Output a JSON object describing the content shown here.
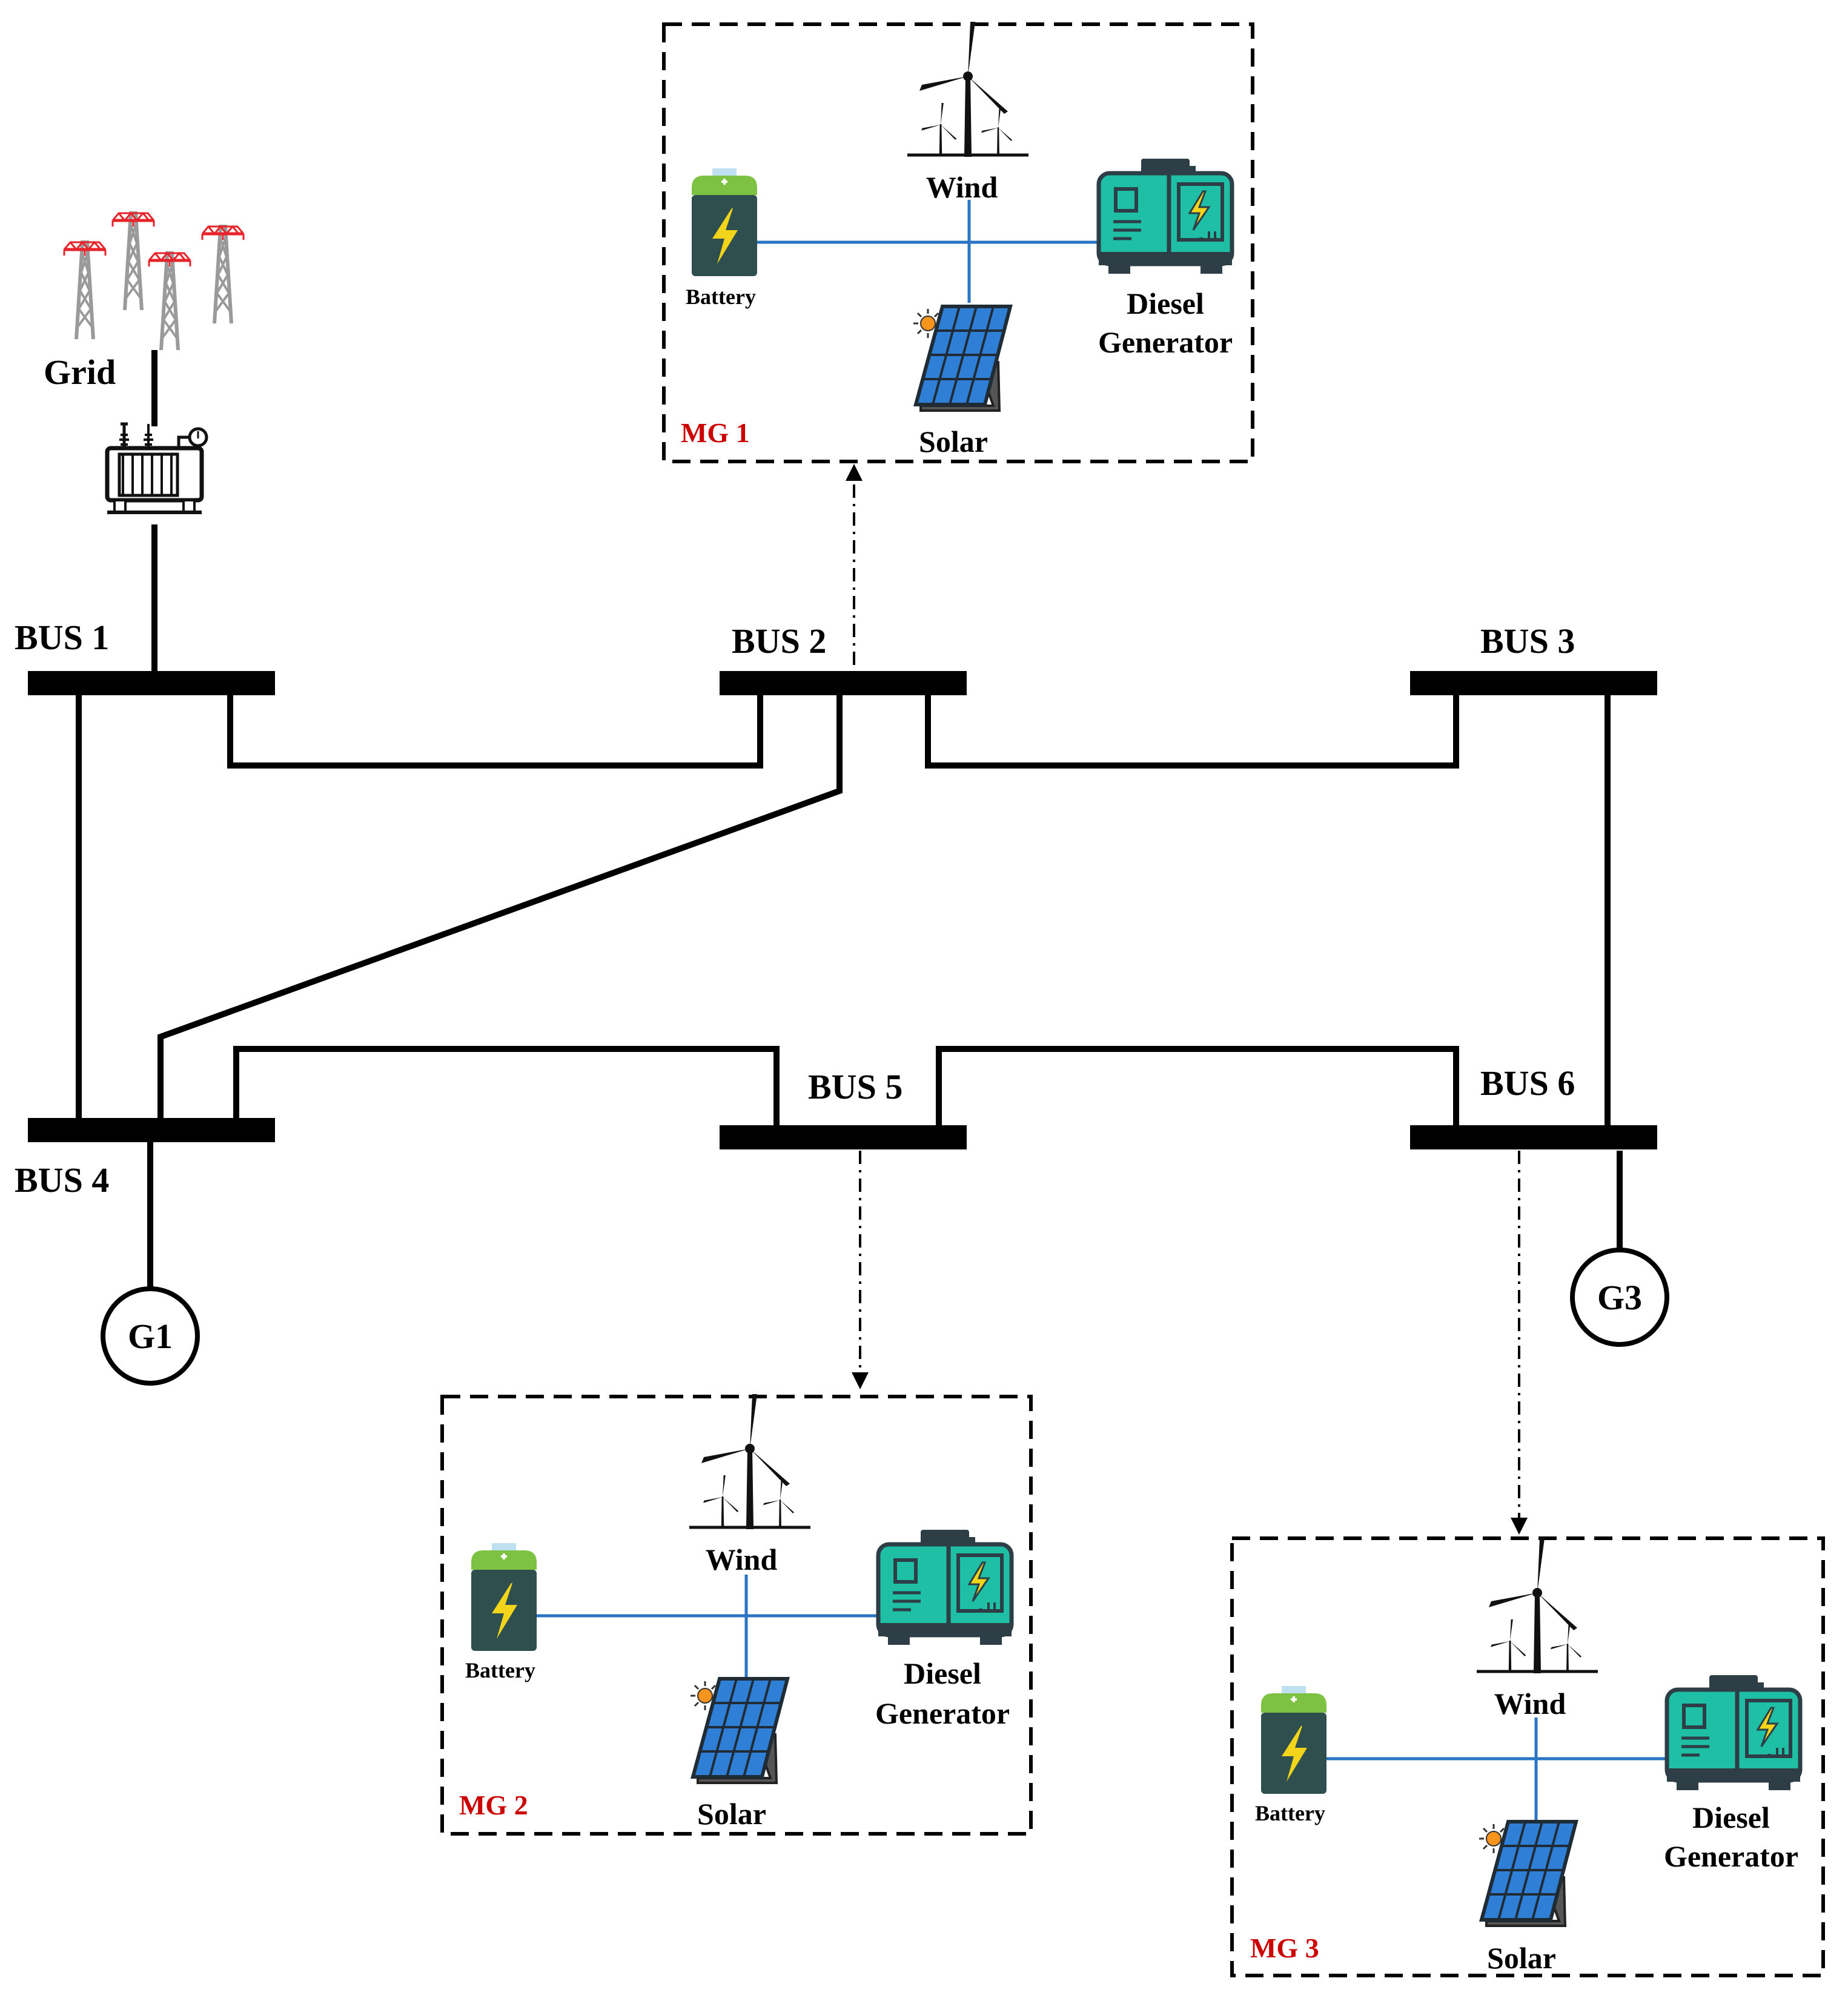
{
  "grid": {
    "label": "Grid"
  },
  "buses": [
    {
      "id": "bus-1",
      "label": "BUS 1"
    },
    {
      "id": "bus-2",
      "label": "BUS 2"
    },
    {
      "id": "bus-3",
      "label": "BUS 3"
    },
    {
      "id": "bus-4",
      "label": "BUS 4"
    },
    {
      "id": "bus-5",
      "label": "BUS 5"
    },
    {
      "id": "bus-6",
      "label": "BUS 6"
    }
  ],
  "generators": [
    {
      "id": "g1",
      "label": "G1"
    },
    {
      "id": "g3",
      "label": "G3"
    }
  ],
  "microgrids": [
    {
      "id": "mg1",
      "label": "MG 1",
      "wind": "Wind",
      "battery": "Battery",
      "solar": "Solar",
      "diesel_line1": "Diesel",
      "diesel_line2": "Generator"
    },
    {
      "id": "mg2",
      "label": "MG 2",
      "wind": "Wind",
      "battery": "Battery",
      "solar": "Solar",
      "diesel_line1": "Diesel",
      "diesel_line2": "Generator"
    },
    {
      "id": "mg3",
      "label": "MG 3",
      "wind": "Wind",
      "battery": "Battery",
      "solar": "Solar",
      "diesel_line1": "Diesel",
      "diesel_line2": "Generator"
    }
  ],
  "colors": {
    "line": "#000000",
    "microgrid_label": "#cc0000",
    "microgrid_link": "#2a74c4",
    "tower": "#9a9a9a",
    "tower_crossarm": "#e8232a",
    "battery_top": "#7dc242",
    "battery_body": "#2f4f4f",
    "battery_bolt": "#f2d51a",
    "diesel_body": "#1fbfa6",
    "diesel_dark": "#2e3e46",
    "solar_panel": "#2f7fd6",
    "sun": "#f7941d"
  }
}
